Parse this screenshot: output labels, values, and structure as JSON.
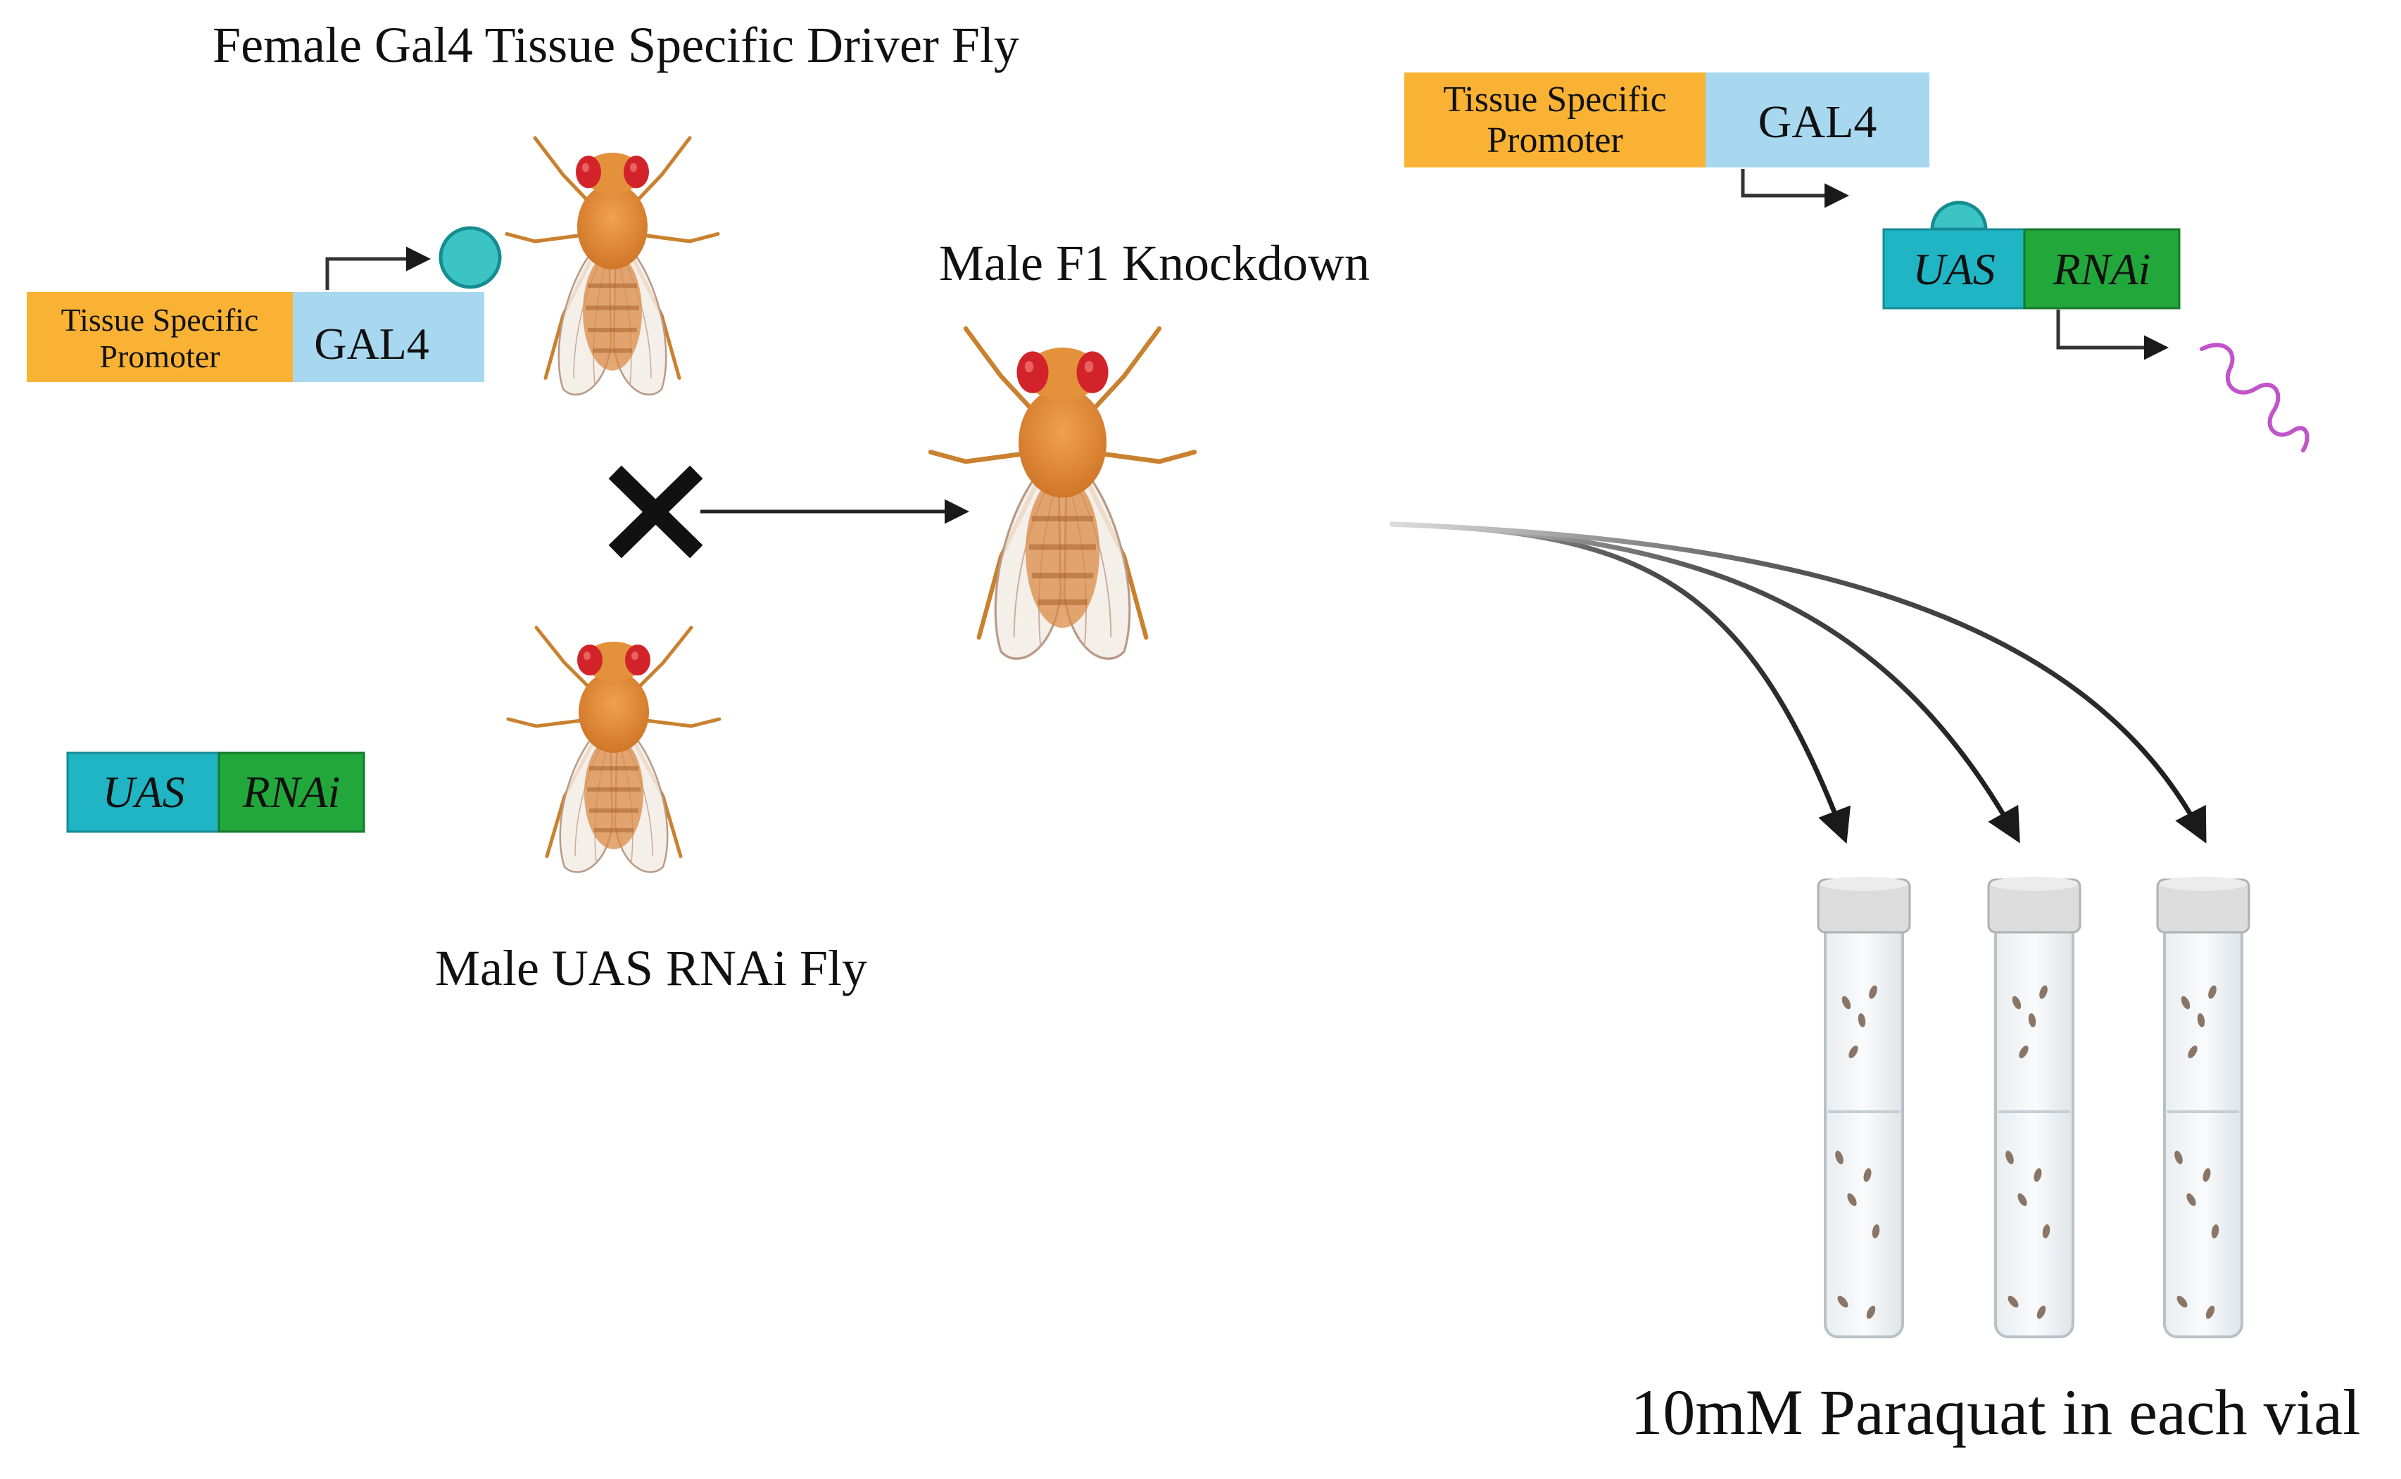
{
  "labels": {
    "female_fly": "Female Gal4 Tissue Specific Driver Fly",
    "male_fly": "Male UAS RNAi Fly",
    "f1": "Male F1 Knockdown",
    "paraquat": "10mM Paraquat in each vial"
  },
  "constructs": {
    "promoter_line1": "Tissue Specific",
    "promoter_line2": "Promoter",
    "gal4": "GAL4",
    "uas": "UAS",
    "rnai": "RNAi"
  },
  "colors": {
    "promoter": "#f9b233",
    "gal4": "#a8d8f0",
    "uas": "#1fb5c4",
    "rnai": "#22a83a",
    "rna_wave": "#c054c9",
    "fly_body": "#e08a36",
    "fly_eye": "#d2232a"
  },
  "icons": {
    "cross": "cross-x-icon",
    "fly": "fruit-fly-icon",
    "vial": "vial-icon"
  }
}
